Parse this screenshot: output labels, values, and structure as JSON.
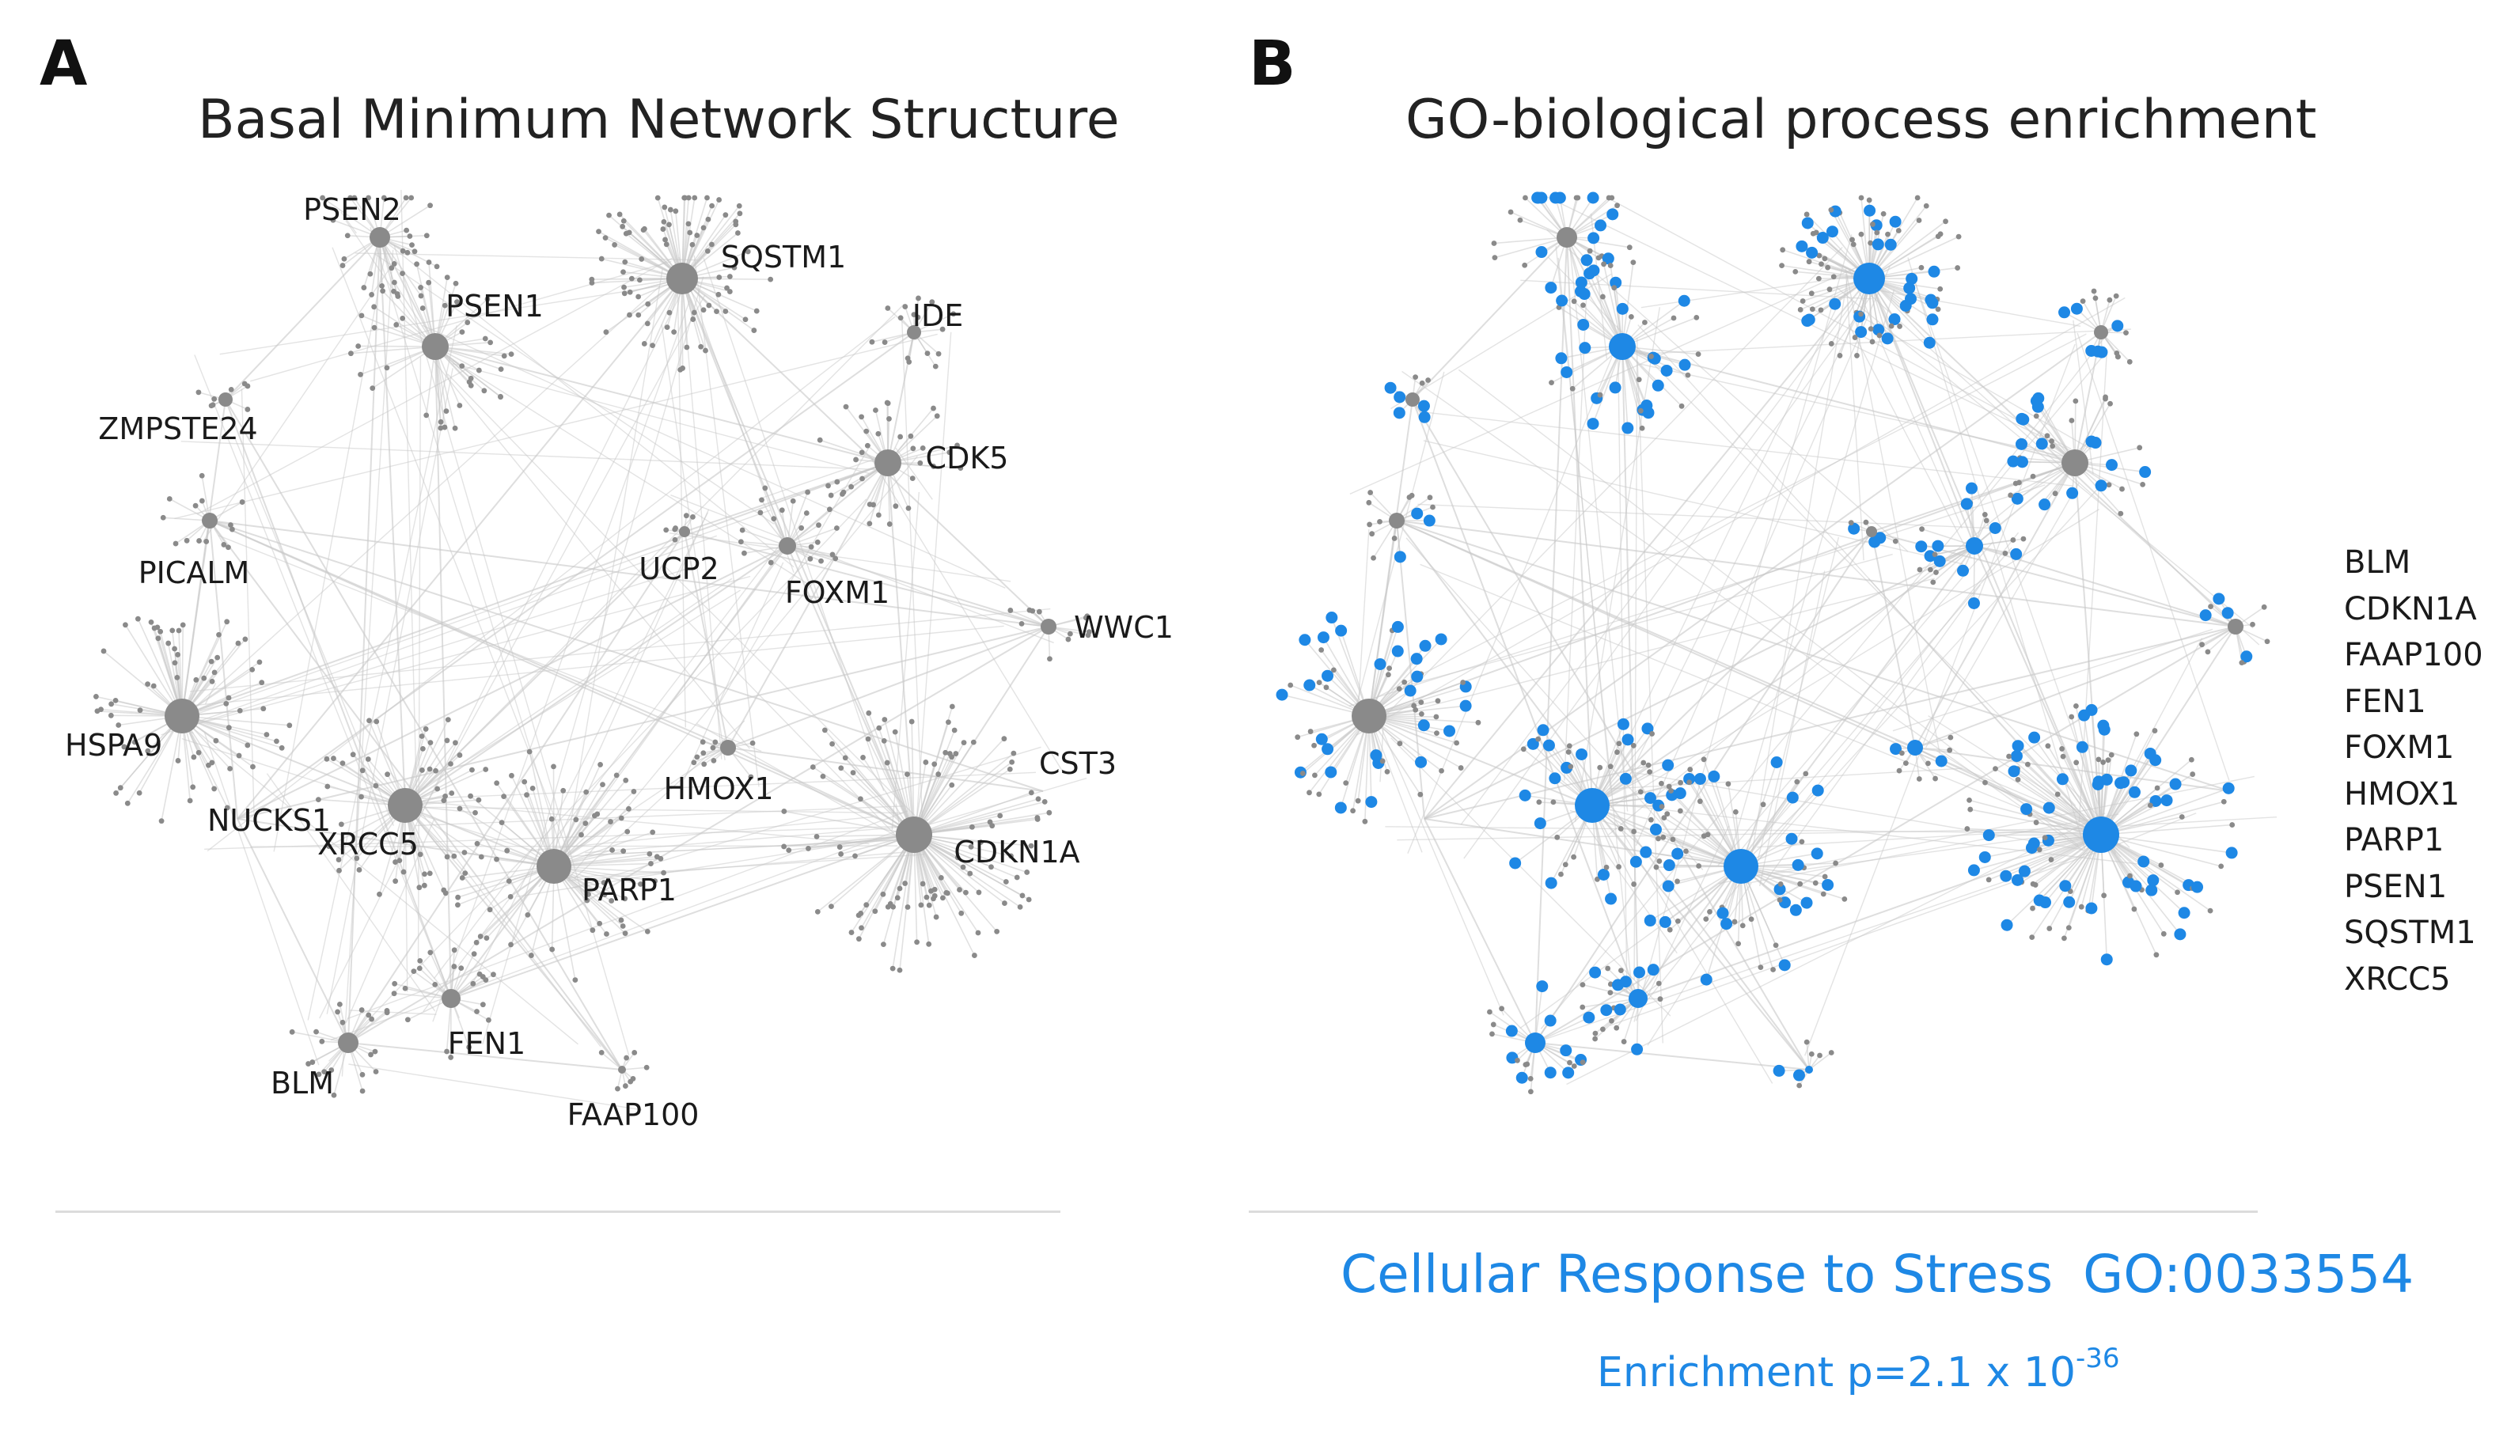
{
  "figure": {
    "panel_a": {
      "letter": "A",
      "title": "Basal Minimum Network Structure",
      "labels": [
        "PSEN2",
        "PSEN1",
        "SQSTM1",
        "IDE",
        "ZMPSTE24",
        "CDK5",
        "PICALM",
        "UCP2",
        "FOXM1",
        "WWC1",
        "HSPA9",
        "CST3",
        "HMOX1",
        "NUCKS1",
        "XRCC5",
        "CDKN1A",
        "PARP1",
        "FEN1",
        "BLM",
        "FAAP100"
      ]
    },
    "panel_b": {
      "letter": "B",
      "title": "GO-biological process enrichment",
      "gene_list": [
        "BLM",
        "CDKN1A",
        "FAAP100",
        "FEN1",
        "FOXM1",
        "HMOX1",
        "PARP1",
        "PSEN1",
        "SQSTM1",
        "XRCC5"
      ],
      "go_term_name": "Cellular Response to Stress",
      "go_term_id": "GO:0033554",
      "enrichment_prefix": "Enrichment p=2.1 x 10",
      "enrichment_exponent": "-36"
    },
    "colors": {
      "node_gray": "#8a8a8a",
      "edge_gray": "#c8c8c8",
      "highlight_blue": "#1e88e5"
    }
  }
}
